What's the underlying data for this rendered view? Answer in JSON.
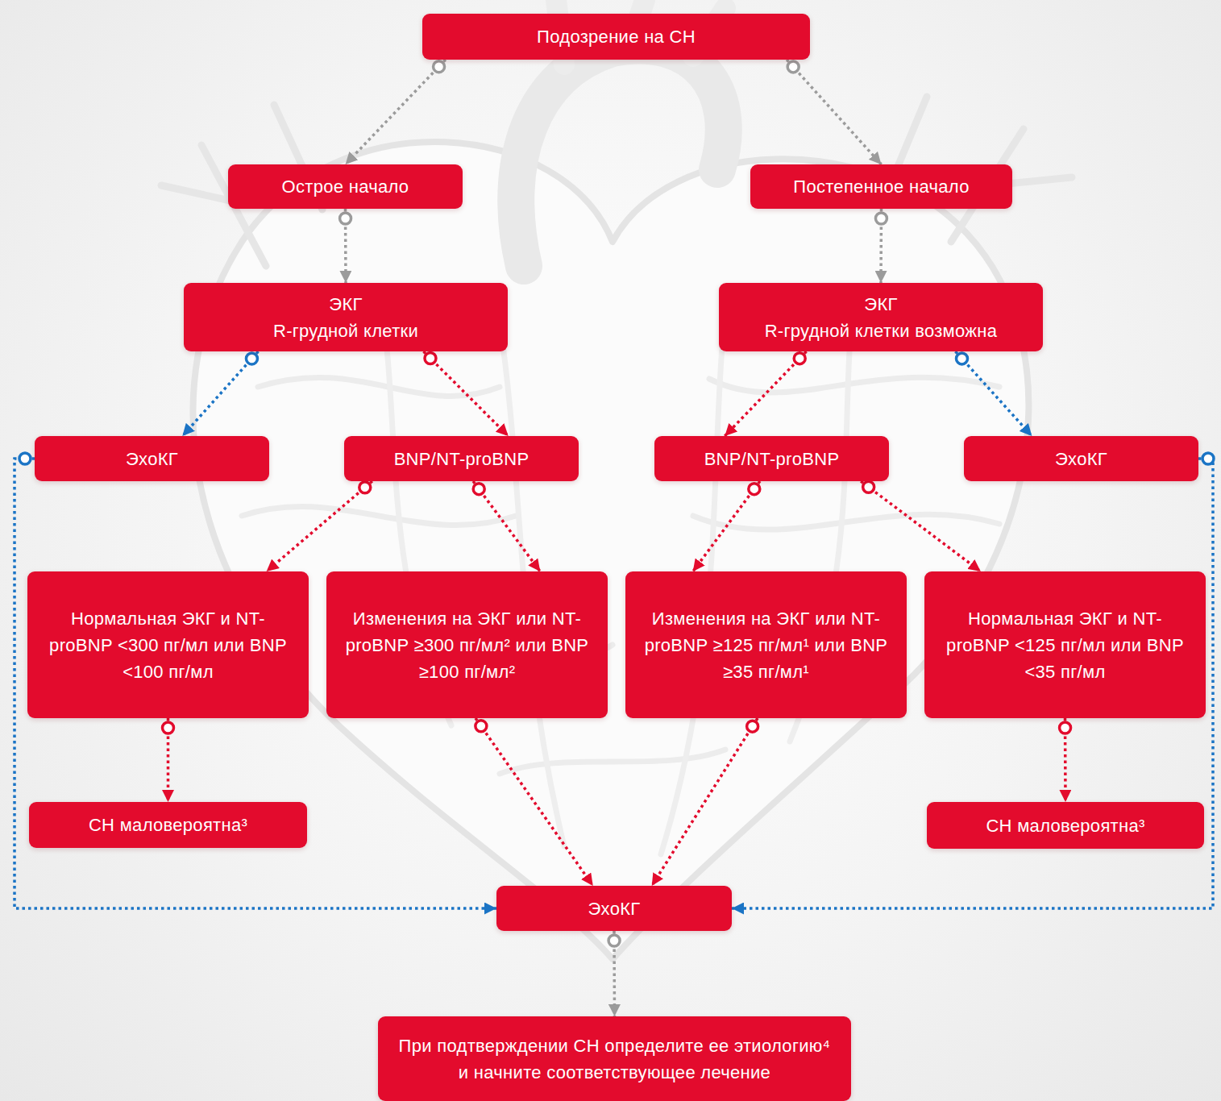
{
  "diagram": {
    "nodes": [
      {
        "text": [
          "Подозрение на СН"
        ]
      },
      {
        "text": [
          "Острое начало"
        ]
      },
      {
        "text": [
          "Постепенное начало"
        ]
      },
      {
        "text": [
          "ЭКГ",
          "R-грудной клетки"
        ]
      },
      {
        "text": [
          "ЭКГ",
          "R-грудной клетки возможна"
        ]
      },
      {
        "text": [
          "ЭхоКГ"
        ]
      },
      {
        "text": [
          "BNP/NT-proBNP"
        ]
      },
      {
        "text": [
          "BNP/NT-proBNP"
        ]
      },
      {
        "text": [
          "ЭхоКГ"
        ]
      },
      {
        "text": [
          "Нормальная ЭКГ и NT-proBNP <300 пг/мл или BNP <100 пг/мл"
        ]
      },
      {
        "text": [
          "Изменения на ЭКГ или NT-proBNP ≥300 пг/мл² или BNP ≥100 пг/мл²"
        ]
      },
      {
        "text": [
          "Изменения на ЭКГ или NT-proBNP ≥125 пг/мл¹ или BNP ≥35 пг/мл¹"
        ]
      },
      {
        "text": [
          "Нормальная ЭКГ и NT-proBNP <125 пг/мл или BNP <35 пг/мл"
        ]
      },
      {
        "text": [
          "СН маловероятна³"
        ]
      },
      {
        "text": [
          "СН маловероятна³"
        ]
      },
      {
        "text": [
          "ЭхоКГ"
        ]
      },
      {
        "text": [
          "При подтверждении СН определите ее этиологию⁴ и начните соответствующее лечение"
        ]
      }
    ],
    "edges": [
      {
        "from": 0,
        "to": 1,
        "arrow": "to"
      },
      {
        "from": 0,
        "to": 2,
        "arrow": "to"
      },
      {
        "from": 1,
        "to": 3,
        "arrow": "to"
      },
      {
        "from": 2,
        "to": 4,
        "arrow": "to"
      },
      {
        "from": 3,
        "to": 5,
        "arrow": "to"
      },
      {
        "from": 3,
        "to": 6,
        "arrow": "to"
      },
      {
        "from": 4,
        "to": 7,
        "arrow": "to"
      },
      {
        "from": 4,
        "to": 8,
        "arrow": "to"
      },
      {
        "from": 6,
        "to": 9,
        "arrow": "to"
      },
      {
        "from": 6,
        "to": 10,
        "arrow": "to"
      },
      {
        "from": 7,
        "to": 11,
        "arrow": "to"
      },
      {
        "from": 7,
        "to": 12,
        "arrow": "to"
      },
      {
        "from": 9,
        "to": 13,
        "arrow": "to"
      },
      {
        "from": 12,
        "to": 14,
        "arrow": "to"
      },
      {
        "from": 10,
        "to": 15,
        "arrow": "to"
      },
      {
        "from": 11,
        "to": 15,
        "arrow": "to"
      },
      {
        "from": 5,
        "to": 15,
        "arrow": "to"
      },
      {
        "from": 8,
        "to": 15,
        "arrow": "to"
      },
      {
        "from": 15,
        "to": 16,
        "arrow": "to"
      }
    ]
  }
}
